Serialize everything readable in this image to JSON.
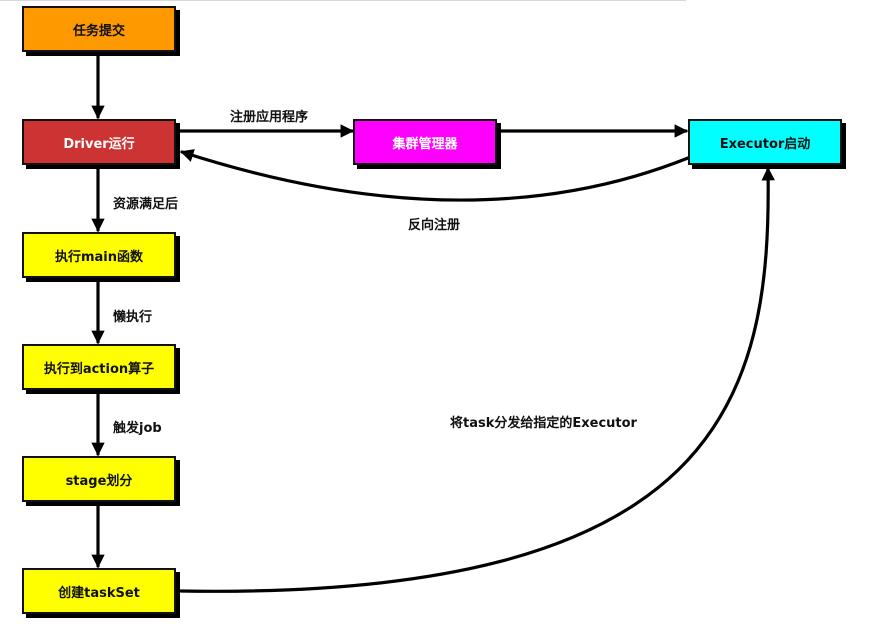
{
  "nodes": {
    "submit": {
      "label": "任务提交",
      "color": "#FF9900"
    },
    "driver": {
      "label": "Driver运行",
      "color": "#CC3333"
    },
    "cluster": {
      "label": "集群管理器",
      "color": "#FF00FF"
    },
    "executor": {
      "label": "Executor启动",
      "color": "#00FFFF"
    },
    "main": {
      "label": "执行main函数",
      "color": "#FFFF00"
    },
    "action": {
      "label": "执行到action算子",
      "color": "#FFFF00"
    },
    "stage": {
      "label": "stage划分",
      "color": "#FFFF00"
    },
    "taskset": {
      "label": "创建taskSet",
      "color": "#FFFF00"
    }
  },
  "edges": {
    "register": "注册应用程序",
    "reverse_register": "反向注册",
    "resources_met": "资源满足后",
    "lazy_exec": "懒执行",
    "trigger_job": "触发job",
    "dispatch": "将task分发给指定的Executor"
  }
}
